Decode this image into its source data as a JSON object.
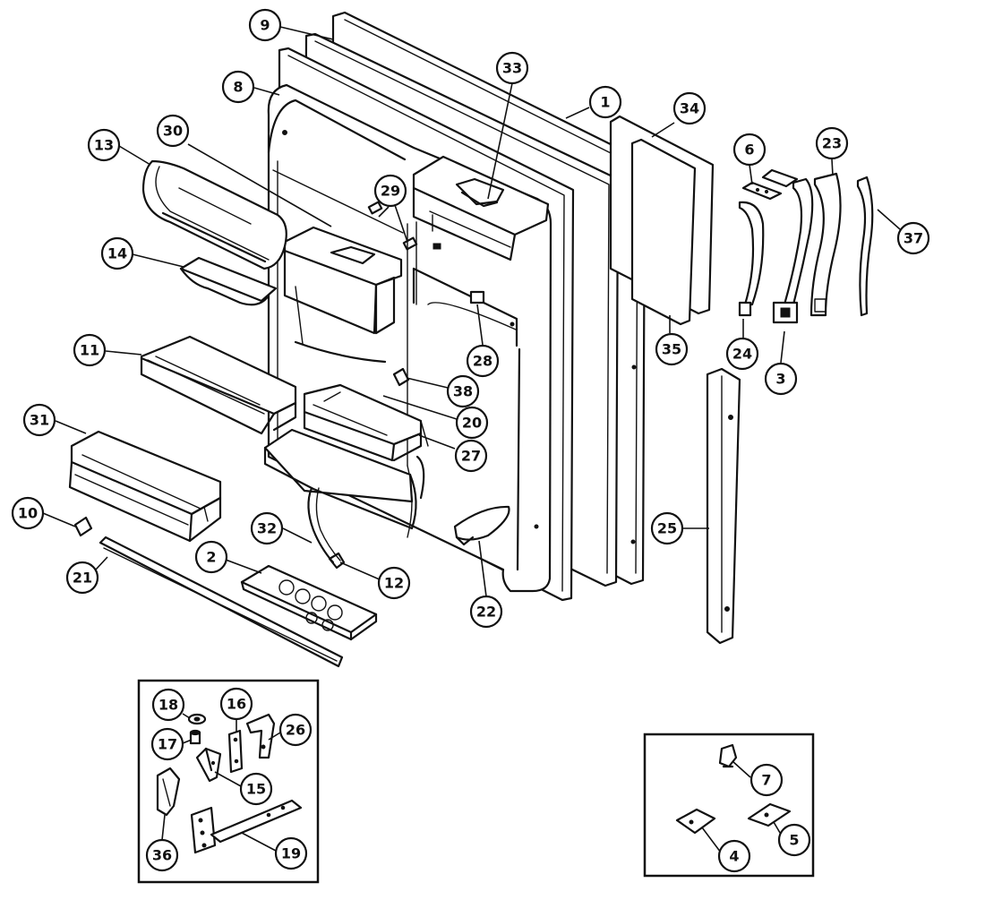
{
  "callouts": [
    {
      "label": "9"
    },
    {
      "label": "8"
    },
    {
      "label": "33"
    },
    {
      "label": "1"
    },
    {
      "label": "34"
    },
    {
      "label": "13"
    },
    {
      "label": "30"
    },
    {
      "label": "29"
    },
    {
      "label": "6"
    },
    {
      "label": "23"
    },
    {
      "label": "37"
    },
    {
      "label": "14"
    },
    {
      "label": "24"
    },
    {
      "label": "35"
    },
    {
      "label": "3"
    },
    {
      "label": "28"
    },
    {
      "label": "11"
    },
    {
      "label": "38"
    },
    {
      "label": "20"
    },
    {
      "label": "27"
    },
    {
      "label": "31"
    },
    {
      "label": "10"
    },
    {
      "label": "32"
    },
    {
      "label": "25"
    },
    {
      "label": "21"
    },
    {
      "label": "2"
    },
    {
      "label": "12"
    },
    {
      "label": "22"
    },
    {
      "label": "18"
    },
    {
      "label": "16"
    },
    {
      "label": "26"
    },
    {
      "label": "17"
    },
    {
      "label": "15"
    },
    {
      "label": "36"
    },
    {
      "label": "19"
    },
    {
      "label": "7"
    },
    {
      "label": "4"
    },
    {
      "label": "5"
    }
  ]
}
